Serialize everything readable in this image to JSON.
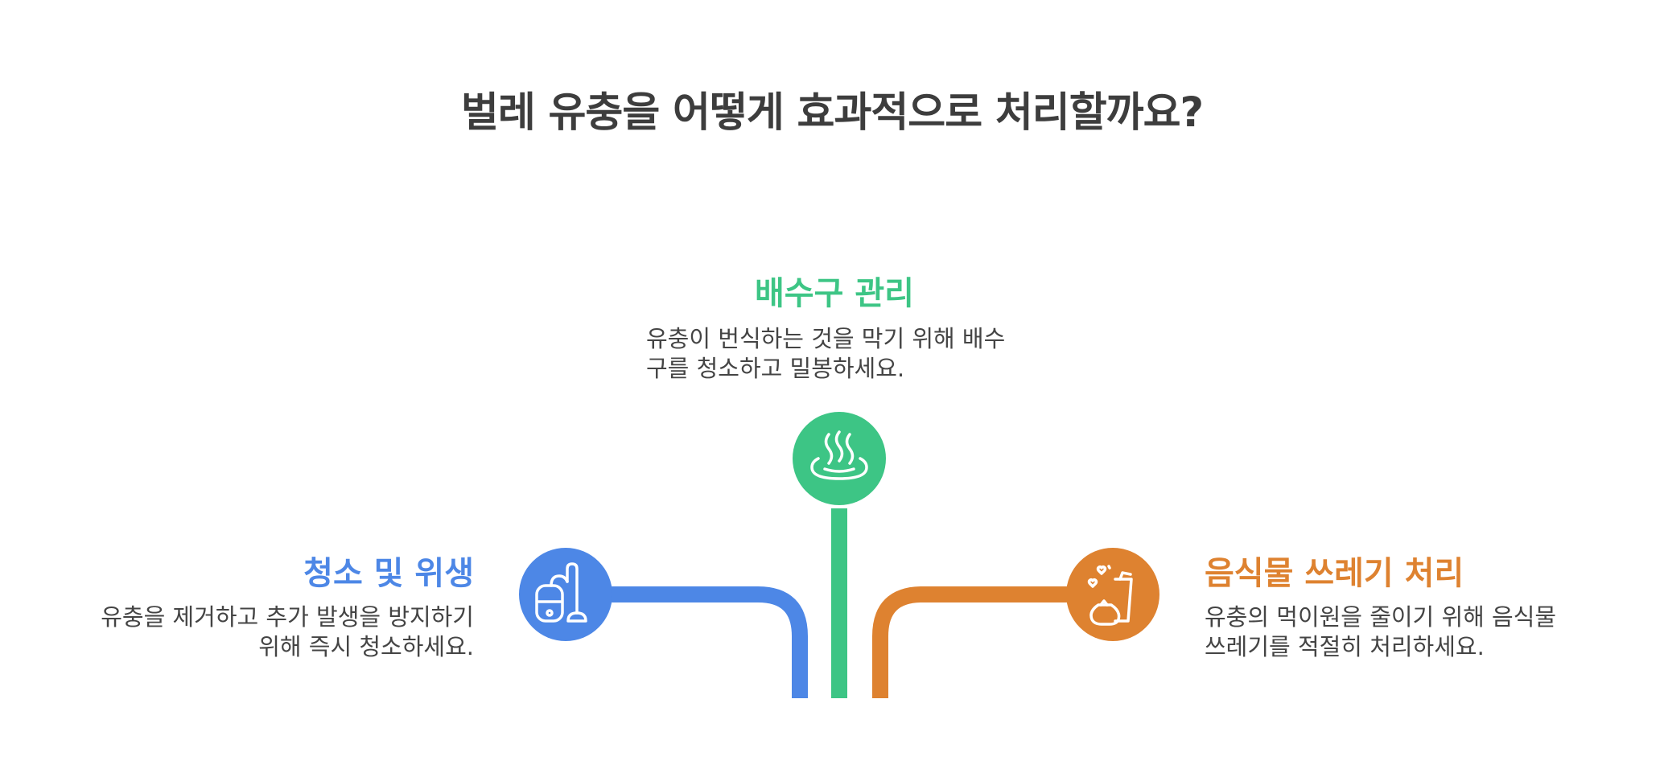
{
  "title": "벌레 유충을 어떻게 효과적으로 처리할까요?",
  "branches": {
    "drain": {
      "heading": "배수구 관리",
      "desc_line1": "유충이 번식하는 것을 막기 위해 배수",
      "desc_line2": "구를 청소하고 밀봉하세요.",
      "color": "#3dc585",
      "icon": "hot-spring-steam-icon"
    },
    "cleaning": {
      "heading": "청소 및 위생",
      "desc_line1": "유충을 제거하고 추가 발생을 방지하기",
      "desc_line2": "위해 즉시 청소하세요.",
      "color": "#4d87e6",
      "icon": "vacuum-cleaner-icon"
    },
    "food_waste": {
      "heading": "음식물 쓰레기 처리",
      "desc_line1": "유충의 먹이원을 줄이기 위해 음식물",
      "desc_line2": "쓰레기를 적절히 처리하세요.",
      "color": "#de8230",
      "icon": "trash-bag-icon"
    }
  }
}
